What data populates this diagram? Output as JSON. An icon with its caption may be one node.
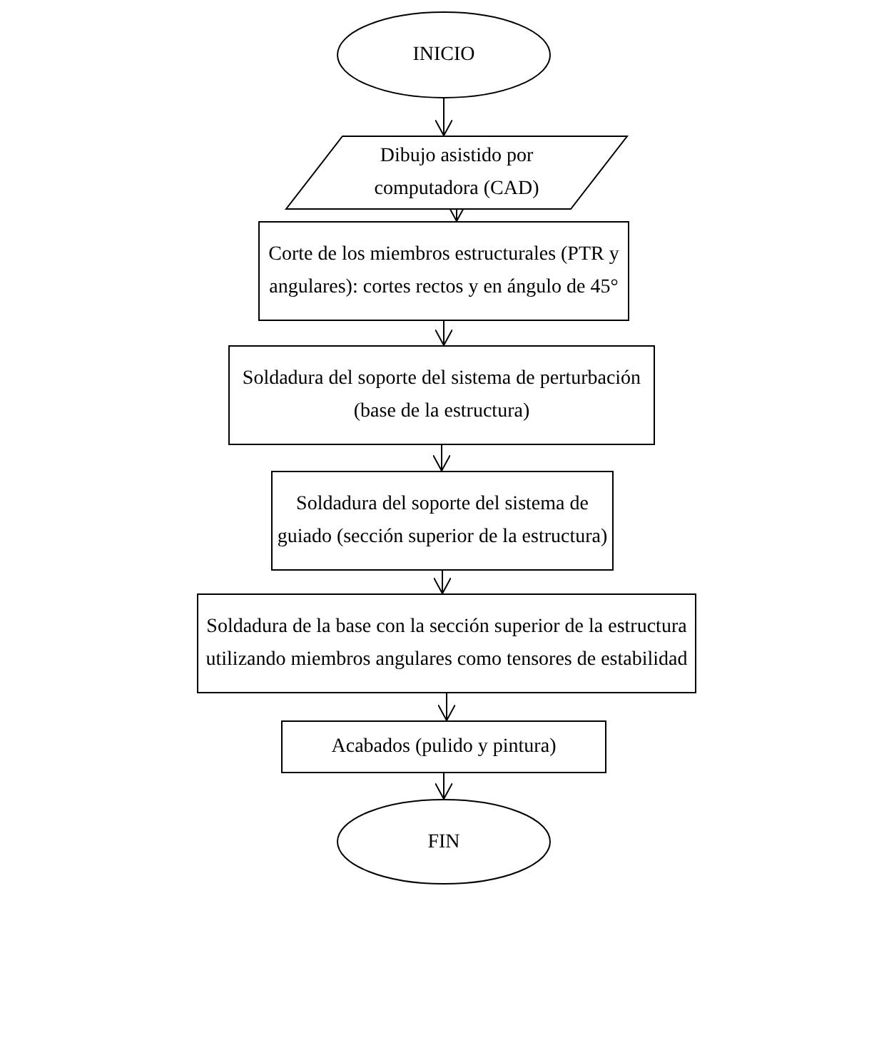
{
  "diagram": {
    "nodes": [
      {
        "text": [
          "INICIO"
        ]
      },
      {
        "text": [
          "Dibujo asistido por computadora (CAD)"
        ]
      },
      {
        "text": [
          "Corte de los miembros estructurales (PTR y angulares): cortes rectos y en ángulo de 45°"
        ]
      },
      {
        "text": [
          "Soldadura del soporte del sistema de perturbación (base de la estructura)"
        ]
      },
      {
        "text": [
          "Soldadura del soporte del sistema de guiado (sección superior de la estructura)"
        ]
      },
      {
        "text": [
          "Soldadura de la base con la sección superior de la estructura utilizando miembros angulares como tensores de estabilidad"
        ]
      },
      {
        "text": [
          "Acabados (pulido y pintura)"
        ]
      },
      {
        "text": [
          "FIN"
        ]
      }
    ],
    "edges": [
      {
        "from": 0,
        "to": 1,
        "arrow": "to"
      },
      {
        "from": 1,
        "to": 2,
        "arrow": "to"
      },
      {
        "from": 2,
        "to": 3,
        "arrow": "to"
      },
      {
        "from": 3,
        "to": 4,
        "arrow": "to"
      },
      {
        "from": 4,
        "to": 5,
        "arrow": "to"
      },
      {
        "from": 5,
        "to": 6,
        "arrow": "to"
      },
      {
        "from": 6,
        "to": 7,
        "arrow": "to"
      }
    ]
  }
}
